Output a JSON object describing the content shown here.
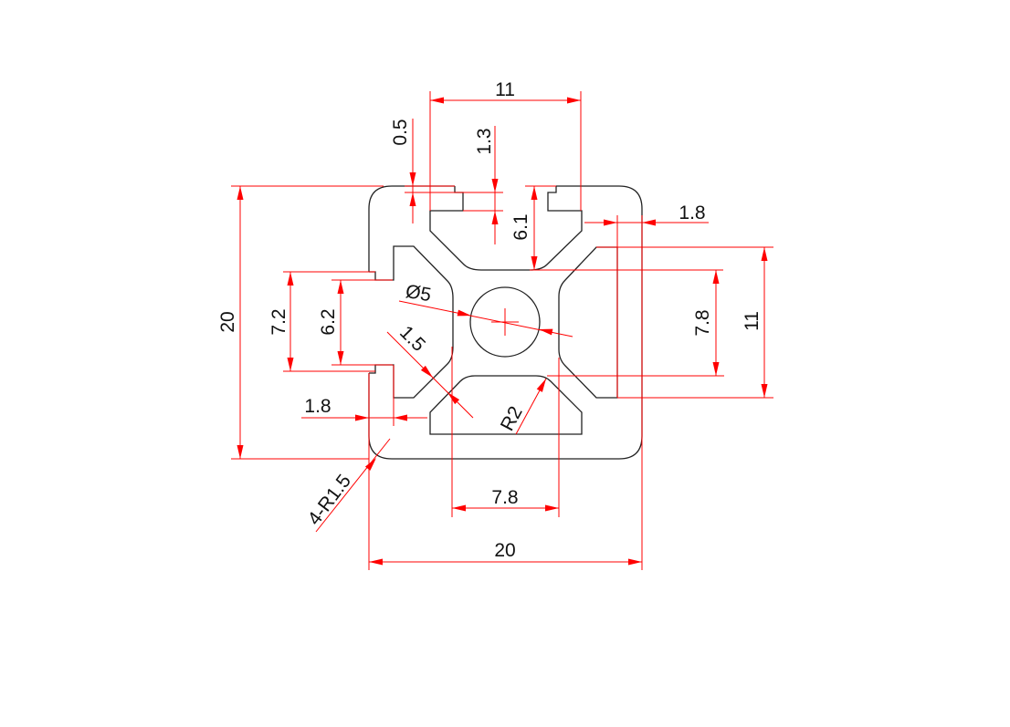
{
  "drawing": {
    "colors": {
      "outline": "#222222",
      "dimension": "#ff0000",
      "text": "#111111"
    },
    "dimensions": {
      "top_slot_width": "11",
      "lip_thickness": "0.5",
      "lip_depth": "1.3",
      "slot_depth": "6.1",
      "right_wall": "1.8",
      "right_cavity_height": "11",
      "right_core_height": "7.8",
      "overall_height": "20",
      "slot_outer_opening": "7.2",
      "slot_inner_opening": "6.2",
      "left_wall": "1.8",
      "corner_radius": "4-R1.5",
      "bottom_core_width": "7.8",
      "overall_width": "20",
      "center_hole": "Ø5",
      "web_thickness": "1.5",
      "cavity_radius": "R2"
    }
  }
}
